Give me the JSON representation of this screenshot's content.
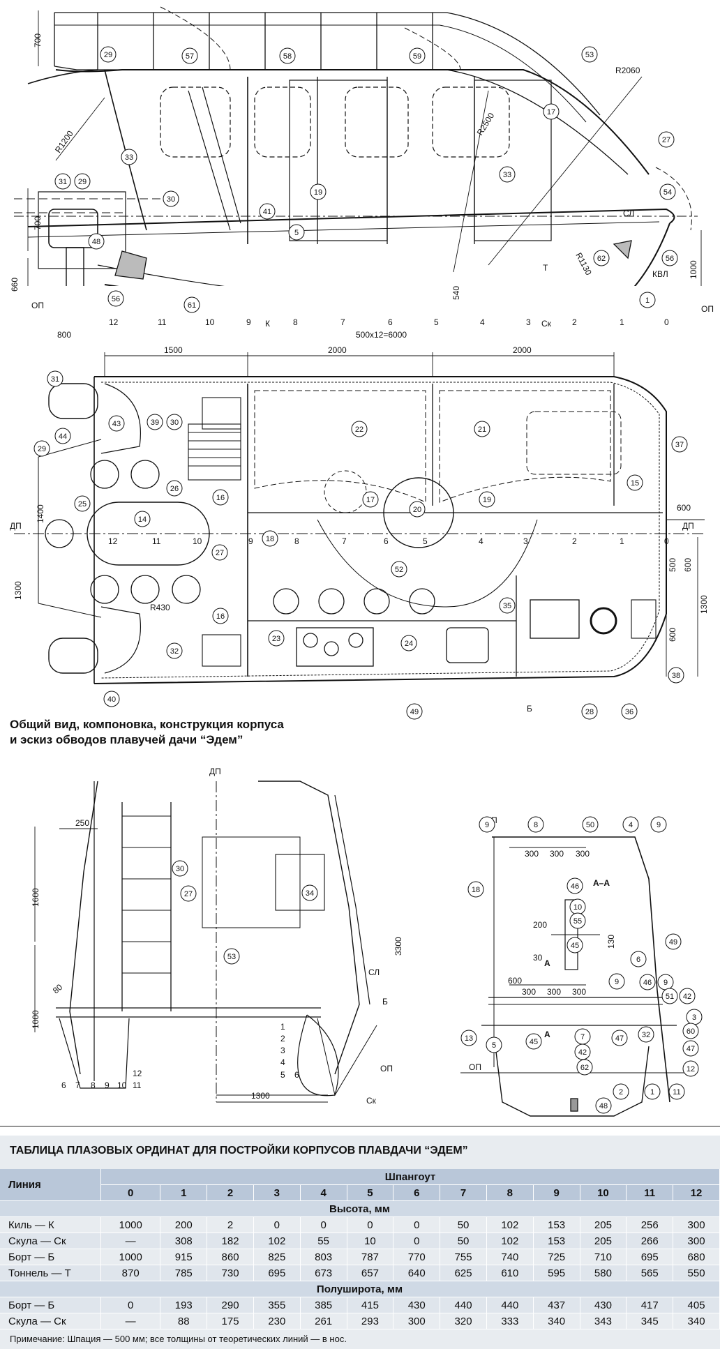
{
  "caption": {
    "line1": "Общий вид, компоновка, конструкция корпуса",
    "line2": "и эскиз обводов плавучей дачи “Эдем”"
  },
  "profile": {
    "dims": {
      "top_height": "700",
      "mid_height": "700",
      "low_height": "660",
      "right_height": "1000",
      "stern_len": "800",
      "frames_total": "500x12=6000"
    },
    "radii": {
      "r1200": "R1200",
      "r2500": "R2500",
      "r2060": "R2060",
      "r1130": "R1130"
    },
    "lines": {
      "sl": "СЛ",
      "kvl": "КВЛ",
      "op_left": "ОП",
      "op_right": "ОП",
      "t": "Т",
      "k": "К",
      "sk": "Ск",
      "sk2": "540"
    },
    "frames": [
      "12",
      "11",
      "10",
      "9",
      "8",
      "7",
      "6",
      "5",
      "4",
      "3",
      "2",
      "1",
      "0"
    ],
    "callouts": [
      "29",
      "57",
      "58",
      "59",
      "53",
      "17",
      "27",
      "33",
      "33",
      "19",
      "54",
      "31",
      "29",
      "30",
      "41",
      "5",
      "48",
      "56",
      "62",
      "56",
      "1",
      "61"
    ]
  },
  "plan": {
    "dims": {
      "d1500": "1500",
      "d2000a": "2000",
      "d2000b": "2000",
      "d600": "600",
      "d1400": "1400",
      "d1300": "1300",
      "d500": "500",
      "d600b": "600",
      "d1300b": "1300",
      "d600c": "600",
      "r430": "R430"
    },
    "lines": {
      "dp_left": "ДП",
      "dp_right": "ДП",
      "b": "Б"
    },
    "frames": [
      "12",
      "11",
      "10",
      "9",
      "8",
      "7",
      "6",
      "5",
      "4",
      "3",
      "2",
      "1",
      "0"
    ],
    "callouts": [
      "31",
      "43",
      "44",
      "29",
      "39",
      "30",
      "22",
      "21",
      "37",
      "15",
      "26",
      "16",
      "17",
      "19",
      "25",
      "14",
      "20",
      "27",
      "18",
      "52",
      "16",
      "35",
      "38",
      "32",
      "23",
      "24",
      "28",
      "36",
      "40",
      "49"
    ]
  },
  "section_left": {
    "dims": {
      "d250": "250",
      "d1600": "1600",
      "d3300": "3300",
      "d1000": "1000",
      "d80": "80",
      "d1300": "1300"
    },
    "lines": {
      "dp": "ДП",
      "sl": "СЛ",
      "b": "Б",
      "op": "ОП",
      "sk": "Ск"
    },
    "callouts": [
      "30",
      "27",
      "34",
      "53"
    ],
    "waterlines": [
      "1",
      "2",
      "3",
      "4",
      "5",
      "6"
    ],
    "stern_numbers": [
      "6",
      "7",
      "8",
      "9",
      "10",
      "11",
      "12"
    ]
  },
  "section_right": {
    "title": "А–А",
    "dims": {
      "d300a": "300",
      "d300b": "300",
      "d300c": "300",
      "d200": "200",
      "d130": "130",
      "d30": "30",
      "d600": "600",
      "d300d": "300",
      "d300e": "300",
      "d300f": "300"
    },
    "lines": {
      "dp": "ДП",
      "op": "ОП",
      "a1": "А",
      "a2": "А"
    },
    "callouts": [
      "9",
      "8",
      "50",
      "4",
      "9",
      "18",
      "46",
      "10",
      "55",
      "45",
      "6",
      "49",
      "9",
      "46",
      "9",
      "51",
      "42",
      "3",
      "60",
      "47",
      "13",
      "5",
      "45",
      "7",
      "42",
      "47",
      "32",
      "62",
      "12",
      "2",
      "1",
      "48",
      "11"
    ]
  },
  "table": {
    "title": "ТАБЛИЦА ПЛАЗОВЫХ ОРДИНАТ ДЛЯ ПОСТРОЙКИ КОРПУСОВ ПЛАВДАЧИ “ЭДЕМ”",
    "row_header": "Линия",
    "col_group": "Шпангоут",
    "columns": [
      "0",
      "1",
      "2",
      "3",
      "4",
      "5",
      "6",
      "7",
      "8",
      "9",
      "10",
      "11",
      "12"
    ],
    "sections": [
      {
        "name": "Высота, мм",
        "rows": [
          {
            "label": "Киль — К",
            "values": [
              "1000",
              "200",
              "2",
              "0",
              "0",
              "0",
              "0",
              "50",
              "102",
              "153",
              "205",
              "256",
              "300"
            ]
          },
          {
            "label": "Скула — Ск",
            "values": [
              "—",
              "308",
              "182",
              "102",
              "55",
              "10",
              "0",
              "50",
              "102",
              "153",
              "205",
              "266",
              "300"
            ]
          },
          {
            "label": "Борт — Б",
            "values": [
              "1000",
              "915",
              "860",
              "825",
              "803",
              "787",
              "770",
              "755",
              "740",
              "725",
              "710",
              "695",
              "680"
            ]
          },
          {
            "label": "Тоннель — Т",
            "values": [
              "870",
              "785",
              "730",
              "695",
              "673",
              "657",
              "640",
              "625",
              "610",
              "595",
              "580",
              "565",
              "550"
            ]
          }
        ]
      },
      {
        "name": "Полуширота, мм",
        "rows": [
          {
            "label": "Борт — Б",
            "values": [
              "0",
              "193",
              "290",
              "355",
              "385",
              "415",
              "430",
              "440",
              "440",
              "437",
              "430",
              "417",
              "405"
            ]
          },
          {
            "label": "Скула — Ск",
            "values": [
              "—",
              "88",
              "175",
              "230",
              "261",
              "293",
              "300",
              "320",
              "333",
              "340",
              "343",
              "345",
              "340"
            ]
          }
        ]
      }
    ],
    "note": "Примечание: Шпация — 500 мм; все толщины от теоретических линий — в нос."
  }
}
